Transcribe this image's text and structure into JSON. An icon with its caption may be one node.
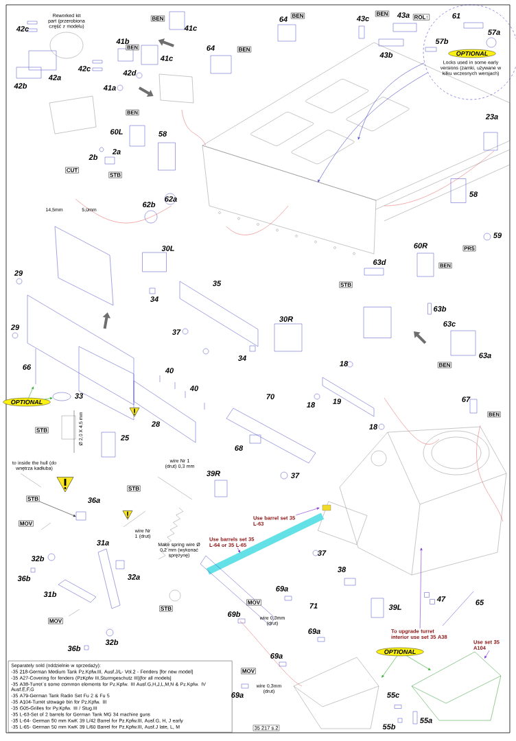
{
  "diagram": {
    "nodes": [
      {
        "text": [
          "BEN"
        ]
      },
      {
        "text": [
          "BEN"
        ]
      },
      {
        "text": [
          "ROL↑"
        ]
      },
      {
        "text": [
          "BEN"
        ]
      },
      {
        "text": [
          "Locks used in some early versions (zamki, używane w kilku wczesnych wersjach)"
        ]
      },
      {
        "text": [
          "OPTIONAL"
        ],
        "in": 4
      },
      {
        "text": [
          "BEN"
        ]
      },
      {
        "text": [
          "BEN"
        ]
      },
      {
        "text": [
          "BEN"
        ]
      },
      {
        "text": [
          "CUT"
        ]
      },
      {
        "text": [
          "STB"
        ]
      },
      {
        "text": [
          "PRS"
        ]
      },
      {
        "text": [
          "BEN"
        ]
      },
      {
        "text": [
          "STB"
        ]
      },
      {
        "text": [
          "BEN"
        ]
      },
      {
        "text": [
          "OPTIONAL"
        ]
      },
      {
        "text": [
          "BEN"
        ]
      },
      {
        "text": [
          "STB"
        ]
      },
      {
        "text": [
          "STB"
        ]
      },
      {
        "text": [
          "STB"
        ]
      },
      {
        "text": [
          "Use barrel set 35 L-63"
        ]
      },
      {
        "text": [
          "MOV"
        ]
      },
      {
        "text": [
          "Use barrels set 35 L-64 or 35 L-65"
        ]
      },
      {
        "text": [
          "MOV"
        ]
      },
      {
        "text": [
          "STB"
        ]
      },
      {
        "text": [
          "MOV"
        ]
      },
      {
        "text": [
          "To upgrade turret interior use set 35 A38"
        ]
      },
      {
        "text": [
          "Use set 35 A104"
        ]
      },
      {
        "text": [
          "OPTIONAL"
        ]
      },
      {
        "text": [
          "Separately sold (oddzielnie w sprzedaży):",
          "-35 218-German Medium Tank Pz.Kpfw.III, Ausf.J/L- Vol.2 - Fenders [for new model]",
          "-35 A27-Covering for fenders (PzKpfw III,Sturmgeschutz III)[for all models]",
          "-35 A38-Turret´s some common elements for Pz.Kpfw. III Ausf.G,H,J,L,M,N & Pz.Kpfw. IV Ausf.E,F,G",
          "-35 A79-German Tank Radio Set Fu 2 & Fu 5",
          "-35 A104-Turret stowage bin for Pz.Kpfw. III",
          "-35 G05-Grilles for Py.Kpfw. III / Stug.III",
          "-35 L-63-Set of 2 barrels for German Tank MG 34 machine guns",
          "-35 L-64- German 50 mm KwK 39 L/42 Barrel for Pz.Kpfw.III, Ausf.G, H, J early",
          "-35 L-65- German 50 mm KwK 39 L/60 Barrel for Pz.Kpfw.III, Ausf.J late, L, M"
        ]
      },
      {
        "text": [
          "MOV"
        ]
      }
    ],
    "edges": [
      {
        "from": 4,
        "to": null,
        "arrow": "to",
        "color": "#4848c8"
      },
      {
        "from": 4,
        "to": null,
        "arrow": "to",
        "color": "#4848c8"
      },
      {
        "from": 15,
        "to": null,
        "arrow": "to",
        "color": "#22aa22"
      },
      {
        "from": 15,
        "to": null,
        "arrow": "to",
        "color": "#22aa22"
      },
      {
        "from": 28,
        "to": null,
        "arrow": "to",
        "color": "#22aa22"
      },
      {
        "from": 28,
        "to": null,
        "arrow": "to",
        "color": "#22aa22"
      },
      {
        "from": 20,
        "to": null,
        "arrow": "to",
        "color": "#7a2bd0"
      },
      {
        "from": 22,
        "to": null,
        "arrow": "to",
        "color": "#7a2bd0"
      },
      {
        "from": 26,
        "to": null,
        "arrow": "to",
        "color": "#7a2bd0"
      },
      {
        "from": 27,
        "to": null,
        "arrow": "to",
        "color": "#7a2bd0"
      },
      {
        "from": 19,
        "to": null,
        "arrow": "to",
        "color": "#222222"
      }
    ],
    "labels": [
      "Reworked kit part (przerobiona część z modelu)",
      "42c",
      "41c",
      "64",
      "43c",
      "43a",
      "61",
      "57a",
      "41b",
      "57b",
      "64",
      "43b",
      "41c",
      "42c",
      "42d",
      "42a",
      "42b",
      "41a",
      "23a",
      "60L",
      "58",
      "2a",
      "2b",
      "58",
      "62a",
      "62b",
      "14,5mm",
      "5,0mm",
      "59",
      "60R",
      "30L",
      "63d",
      "29",
      "35",
      "34",
      "63b",
      "30R",
      "63c",
      "29",
      "37",
      "63a",
      "34",
      "18",
      "66",
      "40",
      "40",
      "33",
      "70",
      "19",
      "67",
      "18",
      "28",
      "18",
      "Ø 2,0 X 4,5 mm",
      "25",
      "68",
      "to inside the hull (do wnętrza kadłuba)",
      "wire Nr 1 (drut) 0,3 mm",
      "39R",
      "37",
      "wire Nr 1 (drut)",
      "36a",
      "31a",
      "Make spring wire Ø 0,2 mm (wykonać sprężynę)",
      "37",
      "32b",
      "38",
      "36b",
      "32a",
      "69a",
      "31b",
      "47",
      "65",
      "71",
      "39L",
      "69b",
      "wire 0,3mm (drut)",
      "69a",
      "32b",
      "36b",
      "69a",
      "wire 0,3mm (drut)",
      "69a",
      "55c",
      "55a",
      "35 217 s.2",
      "55b"
    ]
  }
}
